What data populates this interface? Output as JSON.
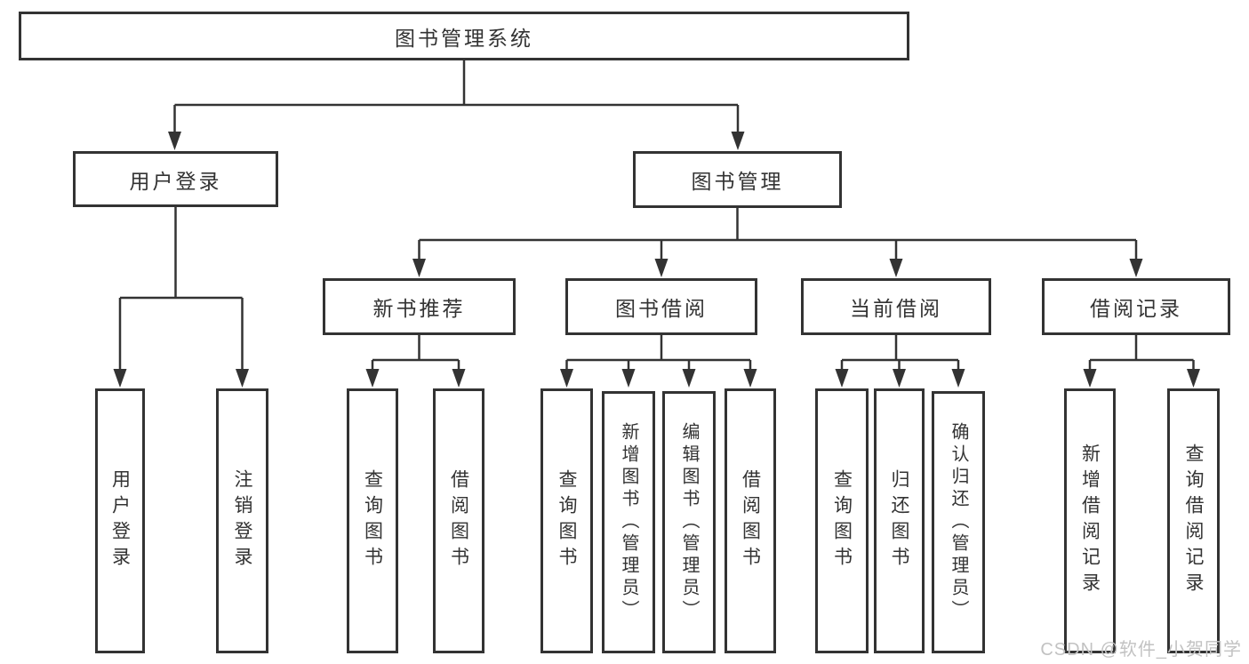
{
  "diagram": {
    "title": "图书管理系统",
    "level2": [
      "用户登录",
      "图书管理"
    ],
    "level3": [
      "新书推荐",
      "图书借阅",
      "当前借阅",
      "借阅记录"
    ],
    "leaves": [
      "用户登录",
      "注销登录",
      "查询图书",
      "借阅图书",
      "查询图书",
      "新增图书（管理员）",
      "编辑图书（管理员）",
      "借阅图书",
      "查询图书",
      "归还图书",
      "确认归还（管理员）",
      "新增借阅记录",
      "查询借阅记录"
    ],
    "watermark": "CSDN @软件_小贺同学",
    "colors": {
      "line": "#333333",
      "text": "#333333",
      "background": "#ffffff",
      "watermark": "#c2c2c2"
    }
  }
}
